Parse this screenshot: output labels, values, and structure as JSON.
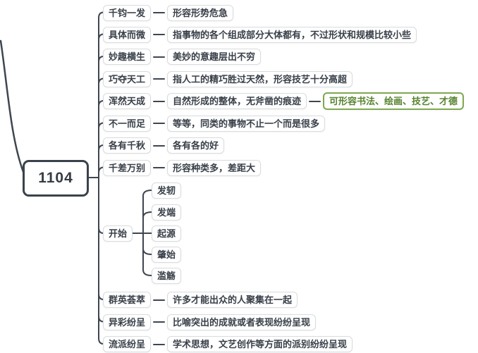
{
  "root": {
    "label": "1104"
  },
  "colors": {
    "line": "#3e464f",
    "text": "#394049",
    "box_border": "#d8dbde",
    "note_border": "#7ea851",
    "note_text": "#56832f",
    "background": "#ffffff"
  },
  "branches": [
    {
      "term": "千钧一发",
      "definition": "形容形势危急"
    },
    {
      "term": "具体而微",
      "definition": "指事物的各个组成部分大体都有，不过形状和规模比较小些"
    },
    {
      "term": "妙趣横生",
      "definition": "美妙的意趣层出不穷"
    },
    {
      "term": "巧夺天工",
      "definition": "指人工的精巧胜过天然，形容技艺十分高超"
    },
    {
      "term": "浑然天成",
      "definition": "自然形成的整体，无斧凿的痕迹",
      "note": "可形容书法、绘画、技艺、才德"
    },
    {
      "term": "不一而足",
      "definition": "等等，同类的事物不止一个而是很多"
    },
    {
      "term": "各有千秋",
      "definition": "各有各的好"
    },
    {
      "term": "千差万别",
      "definition": "形容种类多，差距大"
    },
    {
      "term": "开始",
      "children": [
        "发轫",
        "发端",
        "起源",
        "肇始",
        "滥觞"
      ]
    },
    {
      "term": "群英荟萃",
      "definition": "许多才能出众的人聚集在一起"
    },
    {
      "term": "异彩纷呈",
      "definition": "比喻突出的成就或者表现纷纷呈现"
    },
    {
      "term": "流派纷呈",
      "definition": "学术思想，文艺创作等方面的派别纷纷呈现"
    }
  ]
}
